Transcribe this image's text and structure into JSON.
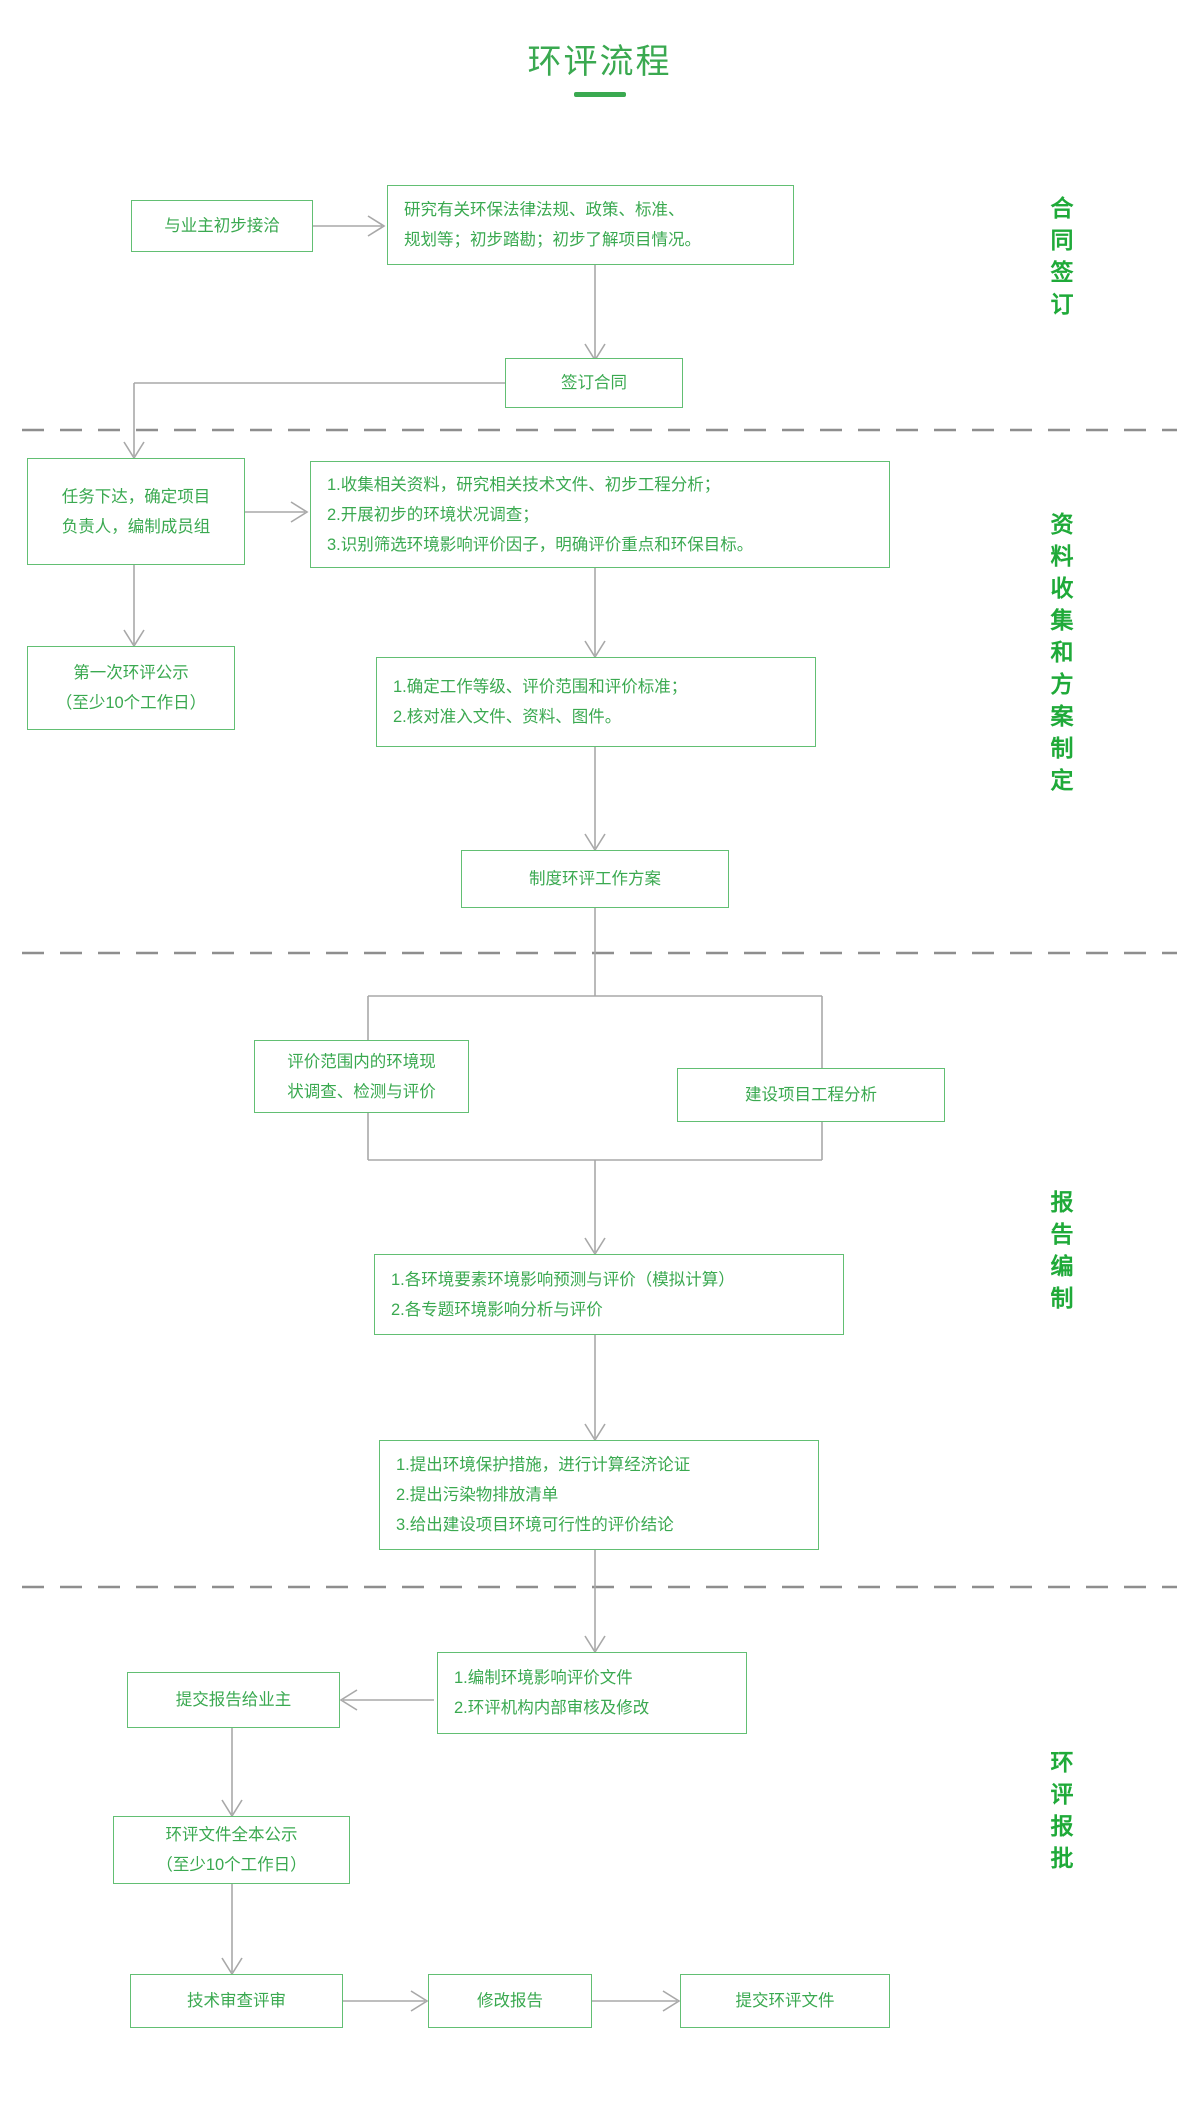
{
  "page": {
    "title": "环评流程",
    "accent_color": "#3aa950",
    "box_border_color": "#62bf73",
    "connector_color": "#a8a8a8",
    "divider_color": "#8e8e8e"
  },
  "section_labels": [
    {
      "id": "contract",
      "text": "合同签订"
    },
    {
      "id": "collection",
      "text": "资料收集和方案制定"
    },
    {
      "id": "report",
      "text": "报告编制"
    },
    {
      "id": "approval",
      "text": "环评报批"
    }
  ],
  "nodes": {
    "initial_contact": "与业主初步接洽",
    "research_regulations": "研究有关环保法律法规、政策、标准、\n规划等；初步踏勘；初步了解项目情况。",
    "sign_contract": "签订合同",
    "task_assignment": "任务下达，确定项目\n负责人，编制成员组",
    "data_collection": "1.收集相关资料，研究相关技术文件、初步工程分析；\n2.开展初步的环境状况调查；\n3.识别筛选环境影响评价因子，明确评价重点和环保目标。",
    "first_publicity": "第一次环评公示\n（至少10个工作日）",
    "work_level": "1.确定工作等级、评价范围和评价标准；\n2.核对准入文件、资料、图件。",
    "work_plan": "制度环评工作方案",
    "status_survey": "评价范围内的环境现\n状调查、检测与评价",
    "project_analysis": "建设项目工程分析",
    "impact_prediction": "1.各环境要素环境影响预测与评价（模拟计算）\n2.各专题环境影响分析与评价",
    "protection_measures": "1.提出环境保护措施，进行计算经济论证\n2.提出污染物排放清单\n3.给出建设项目环境可行性的评价结论",
    "compile_documents": "1.编制环境影响评价文件\n2.环评机构内部审核及修改",
    "submit_to_owner": "提交报告给业主",
    "full_publicity": "环评文件全本公示\n（至少10个工作日）",
    "technical_review": "技术审查评审",
    "revise_report": "修改报告",
    "submit_documents": "提交环评文件"
  }
}
